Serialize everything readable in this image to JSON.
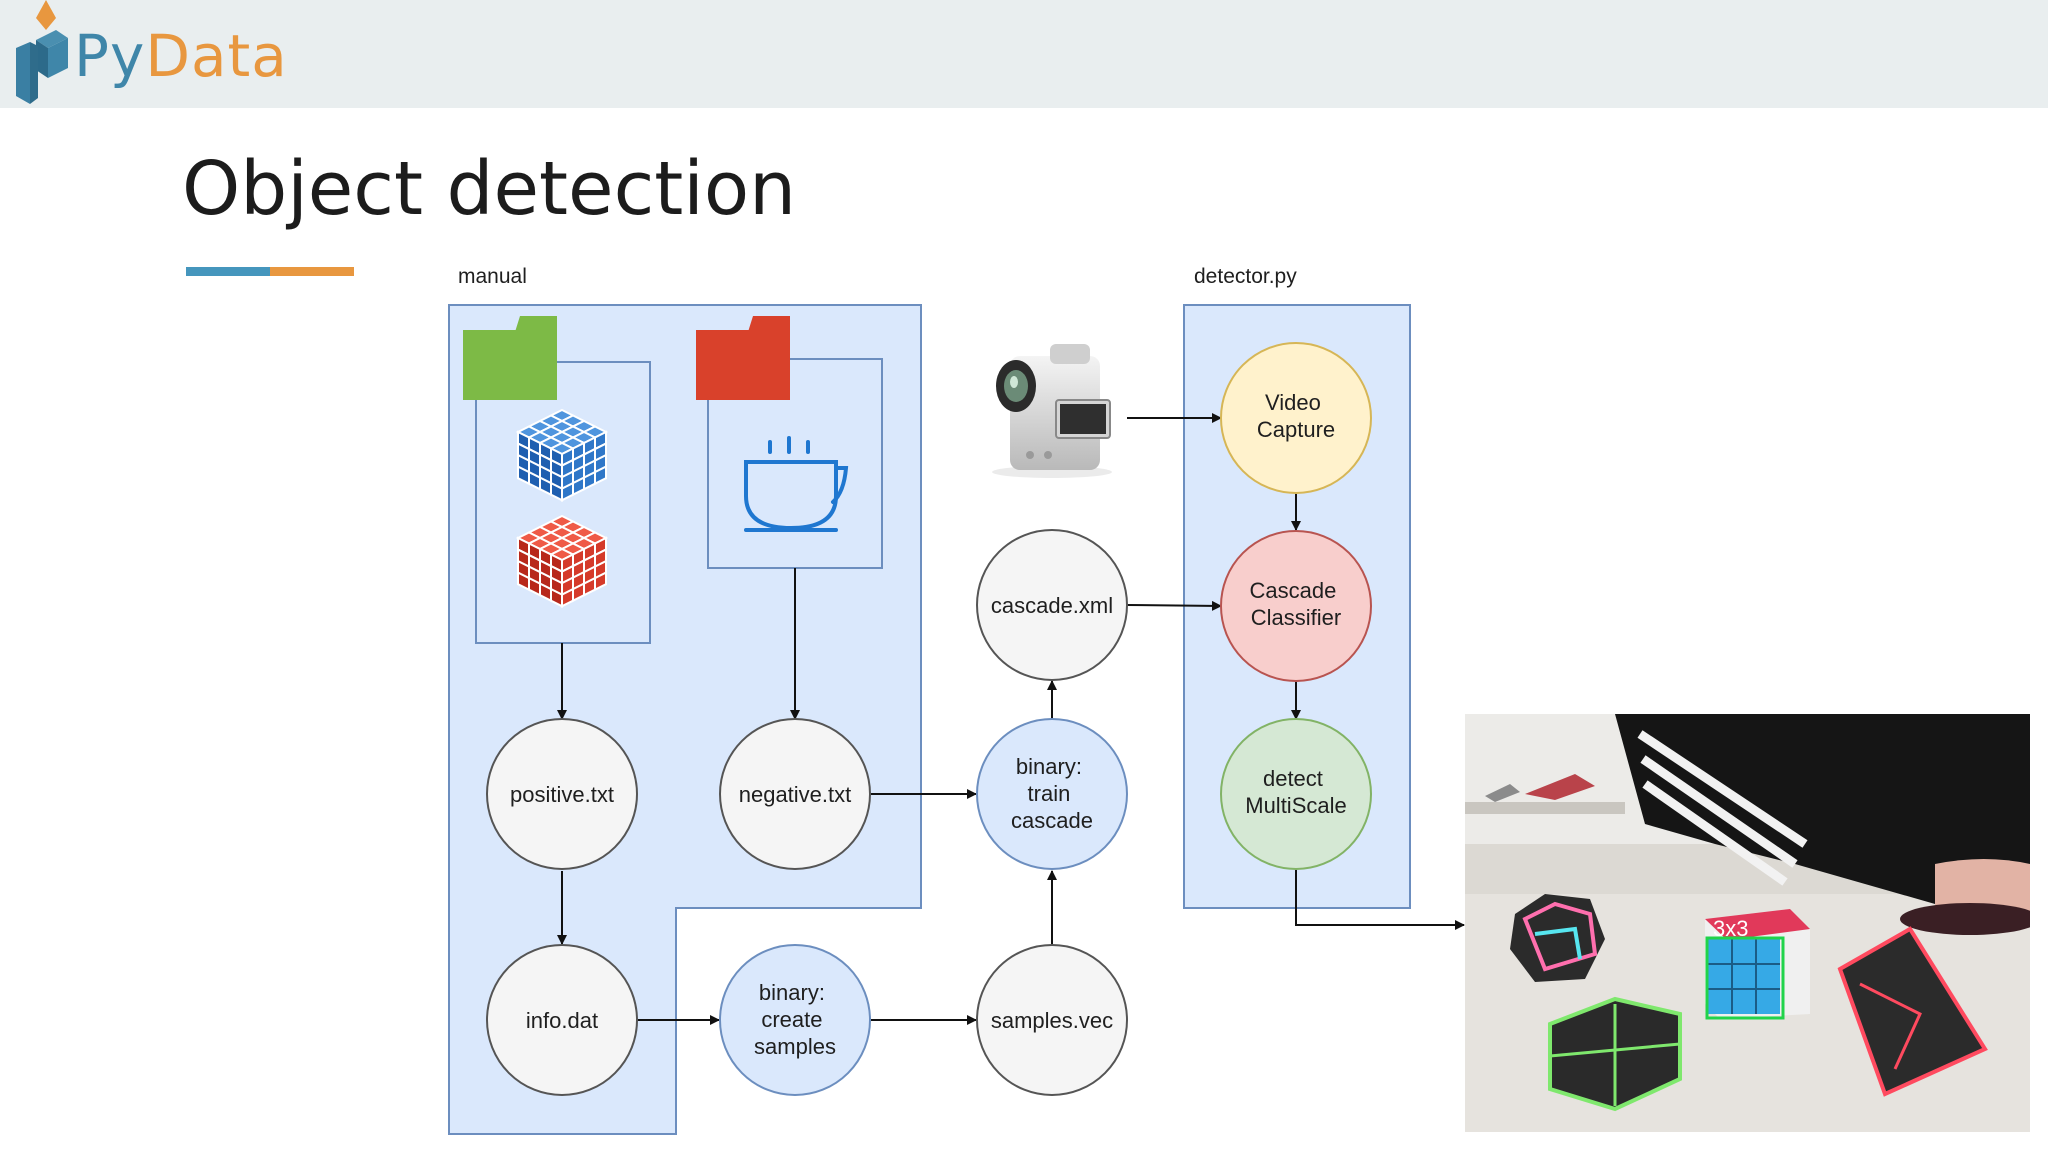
{
  "brand": {
    "name_prefix": "Py",
    "name_suffix": "Data"
  },
  "slide": {
    "title": "Object detection"
  },
  "colors": {
    "header_bg": "#e9eeef",
    "accent_blue": "#4596bd",
    "accent_orange": "#e8973f",
    "panel_fill": "#dae8fc",
    "panel_stroke": "#6c8ebf",
    "node_gray": "#f5f5f5",
    "node_blue": "#dae8fc",
    "node_yellow": "#fff2cc",
    "node_red": "#f8cecc",
    "node_green": "#d5e8d4"
  },
  "diagram": {
    "groups": {
      "manual": "manual",
      "detector": "detector.py"
    },
    "nodes": {
      "positive": [
        "positive.txt"
      ],
      "negative": [
        "negative.txt"
      ],
      "info": [
        "info.dat"
      ],
      "create_samples": [
        "binary:",
        "create",
        "samples"
      ],
      "samples_vec": [
        "samples.vec"
      ],
      "train_cascade": [
        "binary:",
        "train",
        "cascade"
      ],
      "cascade_xml": [
        "cascade.xml"
      ],
      "video_capture": [
        "Video",
        "Capture"
      ],
      "cascade_classifier": [
        "Cascade",
        "Classifier"
      ],
      "detect": [
        "detect",
        "MultiScale"
      ]
    },
    "icons": [
      "folder-green-icon",
      "rubiks-cube-blue-icon",
      "rubiks-cube-red-icon",
      "folder-red-icon",
      "coffee-cup-icon",
      "camcorder-icon"
    ]
  },
  "photo": {
    "detection_label": "3x3"
  }
}
